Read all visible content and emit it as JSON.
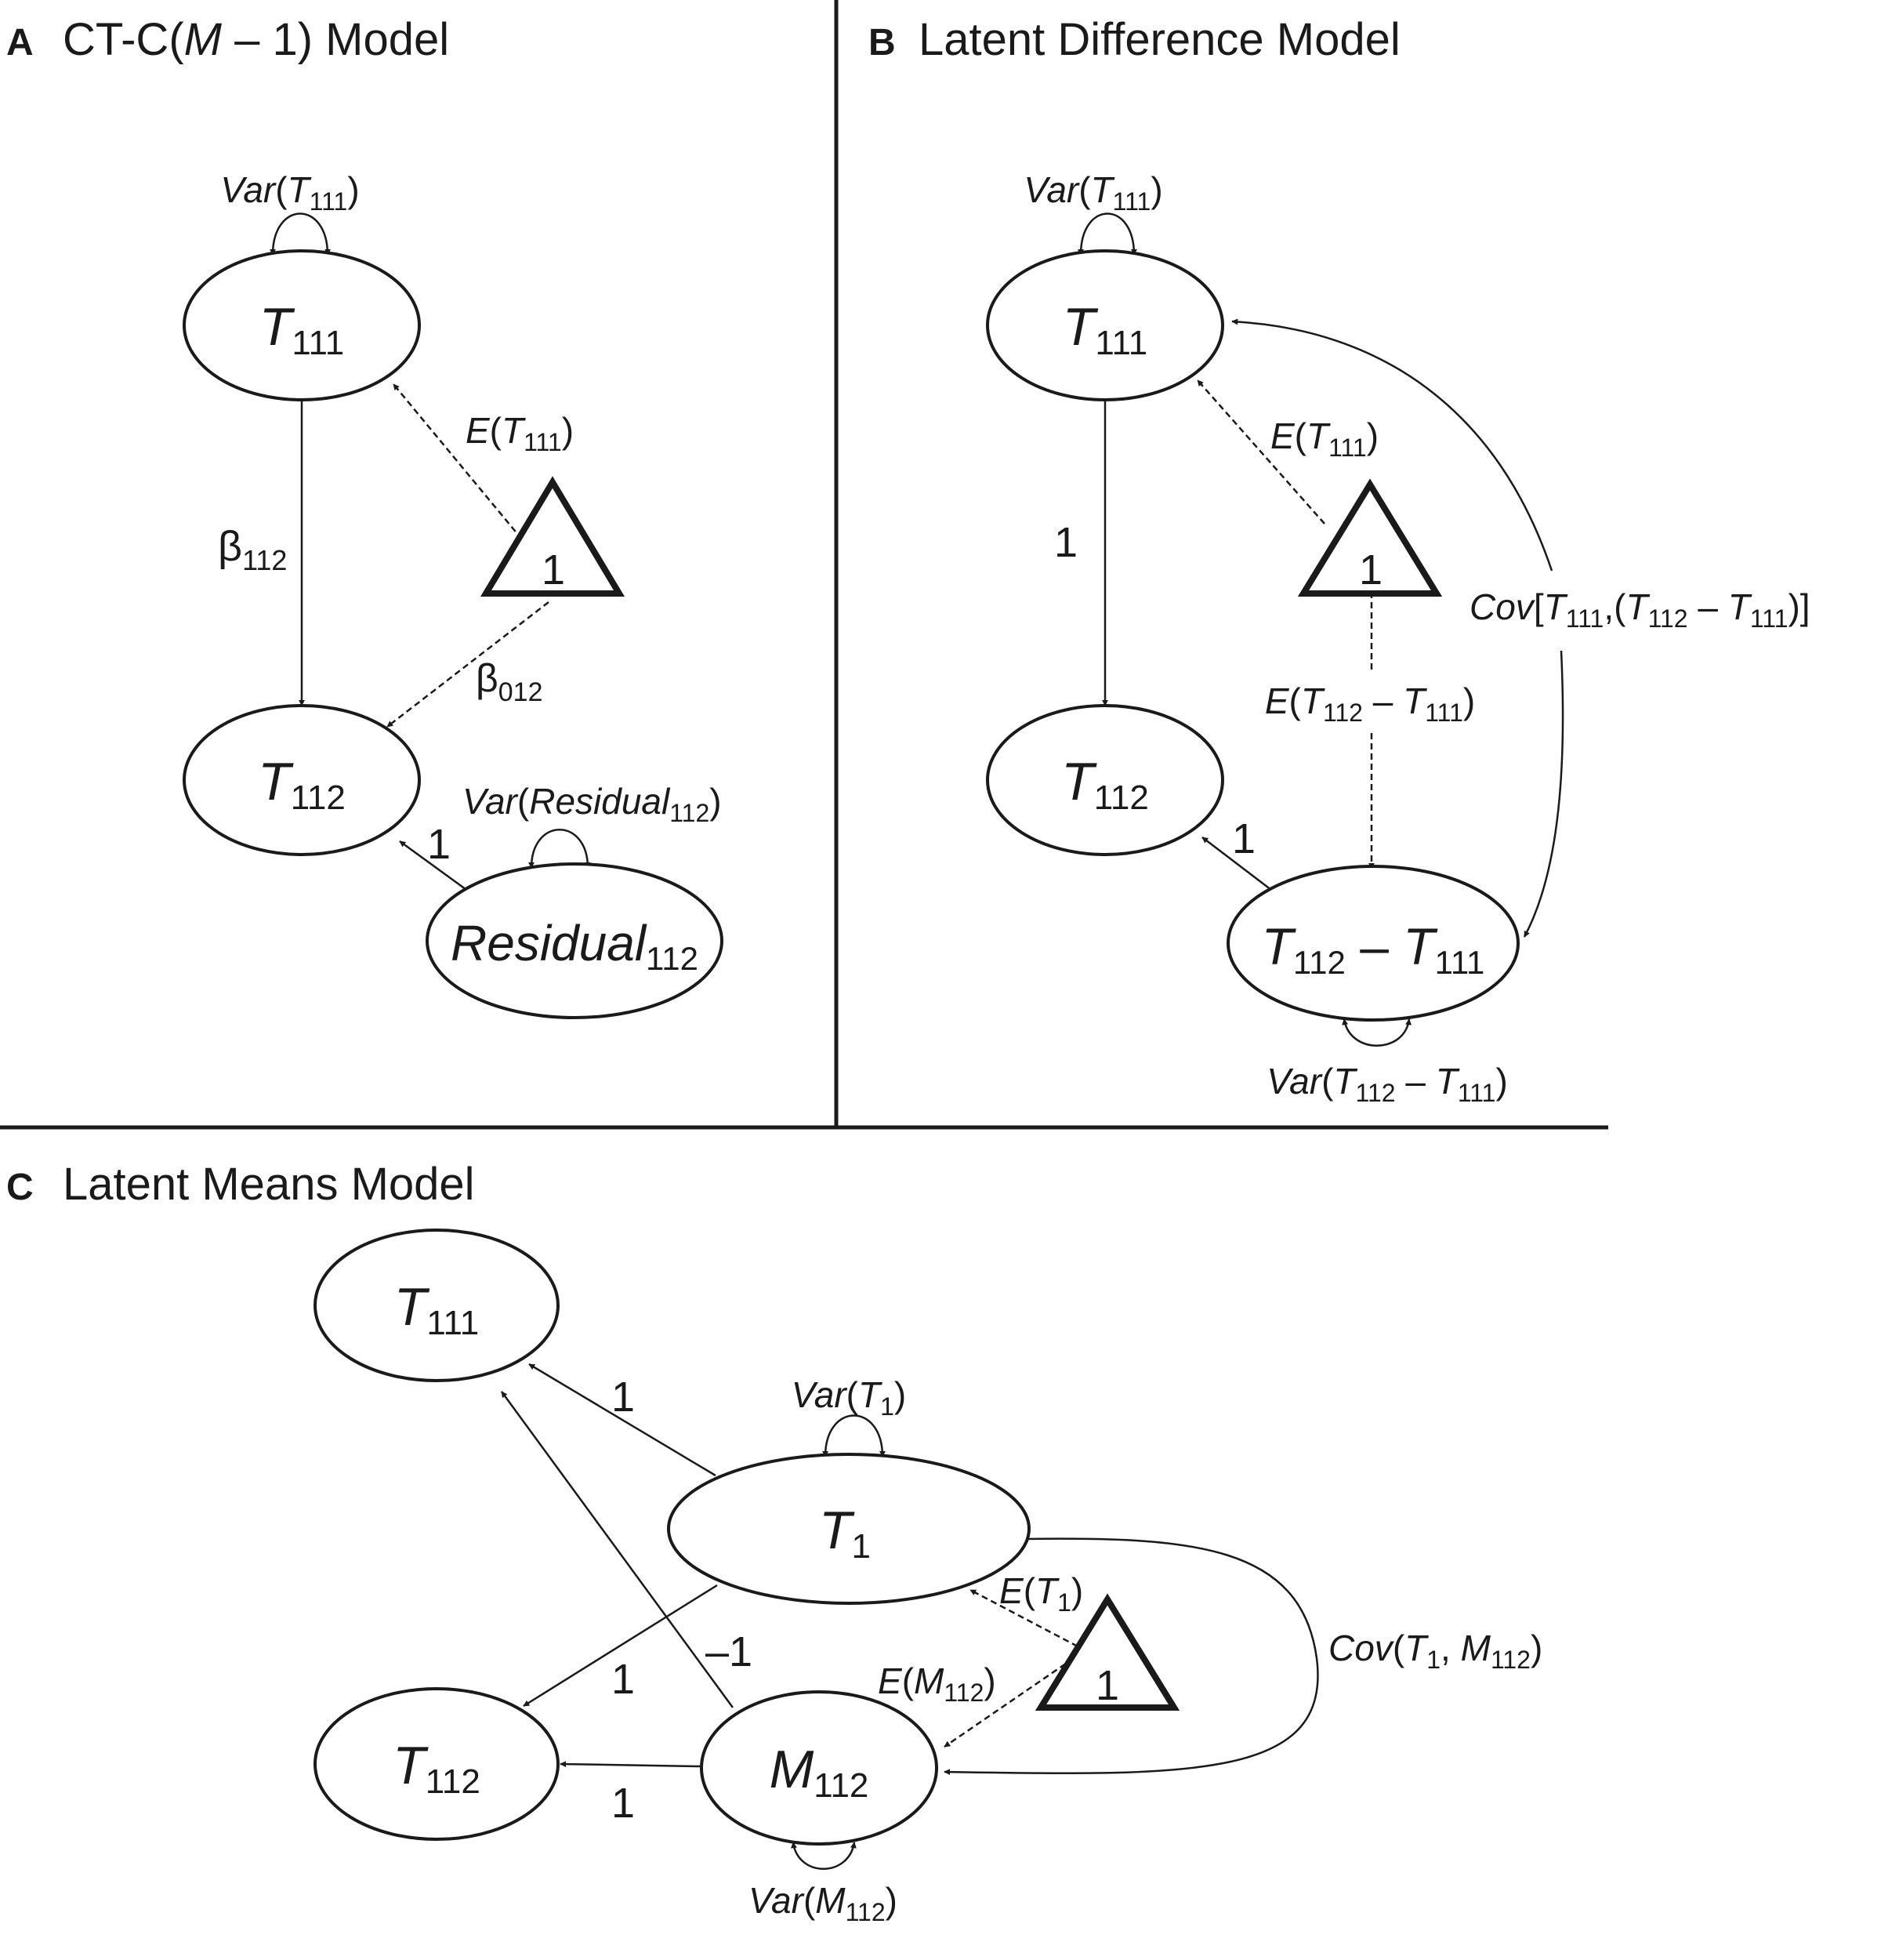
{
  "panel_a": {
    "letter": "A",
    "title_pre": "CT-C(",
    "title_it": "M",
    "title_post": " – 1) Model",
    "node_t111": {
      "main": "T",
      "sub": "111"
    },
    "node_t112": {
      "main": "T",
      "sub": "112"
    },
    "node_residual": {
      "main": "Residual",
      "sub": "112"
    },
    "triangle": "1",
    "var_t111": {
      "a": "Var",
      "b": "(",
      "c": "T",
      "d": "111",
      "e": ")"
    },
    "e_t111": {
      "a": "E",
      "b": "(",
      "c": "T",
      "d": "111",
      "e": ")"
    },
    "beta112": {
      "main": "β",
      "sub": "112"
    },
    "beta012": {
      "main": "β",
      "sub": "012"
    },
    "var_residual": {
      "a": "Var",
      "b": "(",
      "c": "Residual",
      "d": "112",
      "e": ")"
    },
    "load_residual": "1"
  },
  "panel_b": {
    "letter": "B",
    "title": "Latent Difference Model",
    "node_t111": {
      "main": "T",
      "sub": "111"
    },
    "node_t112": {
      "main": "T",
      "sub": "112"
    },
    "node_diff": {
      "t1": "T",
      "s1": "112",
      "minus": " – ",
      "t2": "T",
      "s2": "111"
    },
    "triangle": "1",
    "var_t111": {
      "a": "Var",
      "b": "(",
      "c": "T",
      "d": "111",
      "e": ")"
    },
    "e_t111": {
      "a": "E",
      "b": "(",
      "c": "T",
      "d": "111",
      "e": ")"
    },
    "load_t111_t112": "1",
    "load_diff_t112": "1",
    "e_diff": {
      "a": "E",
      "b": "(",
      "c": "T",
      "d": "112",
      "e": " – ",
      "f": "T",
      "g": "111",
      "h": ")"
    },
    "cov": {
      "a": "Cov",
      "b": "[",
      "c": "T",
      "d": "111",
      "e": ",(",
      "f": "T",
      "g": "112",
      "h": " – ",
      "i": "T",
      "j": "111",
      "k": ")]"
    },
    "var_diff": {
      "a": "Var",
      "b": "(",
      "c": "T",
      "d": "112",
      "e": " – ",
      "f": "T",
      "g": "111",
      "h": ")"
    }
  },
  "panel_c": {
    "letter": "C",
    "title": "Latent Means Model",
    "node_t111": {
      "main": "T",
      "sub": "111"
    },
    "node_t112": {
      "main": "T",
      "sub": "112"
    },
    "node_t1": {
      "main": "T",
      "sub": "1"
    },
    "node_m112": {
      "main": "M",
      "sub": "112"
    },
    "triangle": "1",
    "var_t1": {
      "a": "Var",
      "b": "(",
      "c": "T",
      "d": "1",
      "e": ")"
    },
    "e_t1": {
      "a": "E",
      "b": "(",
      "c": "T",
      "d": "1",
      "e": ")"
    },
    "e_m112": {
      "a": "E",
      "b": "(",
      "c": "M",
      "d": "112",
      "e": ")"
    },
    "cov": {
      "a": "Cov",
      "b": "(",
      "c": "T",
      "d": "1",
      "e": ", ",
      "f": "M",
      "g": "112",
      "h": ")"
    },
    "var_m112": {
      "a": "Var",
      "b": "(",
      "c": "M",
      "d": "112",
      "e": ")"
    },
    "load_t1_t111": "1",
    "load_t1_t112": "1",
    "load_m_t111": "–1",
    "load_m_t112": "1"
  }
}
